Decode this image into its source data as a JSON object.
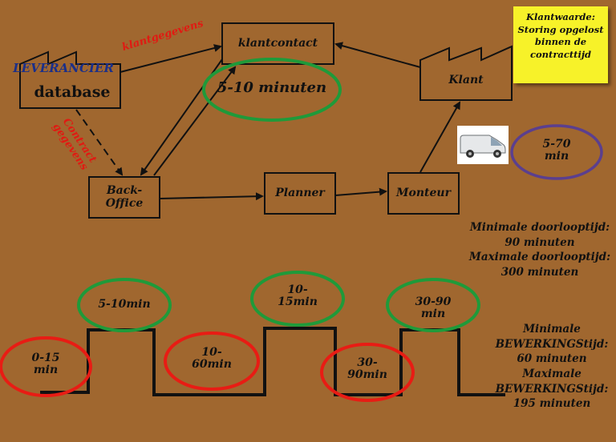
{
  "nodes": {
    "leverancier": "LEVERANCIER",
    "database": "database",
    "klantcontact": "klantcontact",
    "klant": "Klant",
    "backoffice_line1": "Back-",
    "backoffice_line2": "Office",
    "planner": "Planner",
    "monteur": "Monteur"
  },
  "edge_labels": {
    "klantgegevens": "klantgegevens",
    "contract_line1": "Contract",
    "contract_line2": "gegevens"
  },
  "note": {
    "line1": "Klantwaarde:",
    "line2": "Storing opgelost",
    "line3": "binnen de",
    "line4": "contracttijd"
  },
  "durations": {
    "klantcontact": "5-10 minuten",
    "monteur_line1": "5-70",
    "monteur_line2": "min"
  },
  "summary": {
    "min_doorloop_label": "Minimale doorlooptijd:",
    "min_doorloop_value": "90 minuten",
    "max_doorloop_label": "Maximale doorlooptijd:",
    "max_doorloop_value": "300 minuten",
    "min_bewerking_label1": "Minimale",
    "min_bewerking_label2": "BEWERKINGStijd:",
    "min_bewerking_value": "60 minuten",
    "max_bewerking_label1": "Maximale",
    "max_bewerking_label2": "BEWERKINGStijd:",
    "max_bewerking_value": "195 minuten"
  },
  "timeline": {
    "wait1_line1": "0-15",
    "wait1_line2": "min",
    "proc1": "5-10min",
    "wait2_line1": "10-",
    "wait2_line2": "60min",
    "proc2_line1": "10-",
    "proc2_line2": "15min",
    "wait3_line1": "30-",
    "wait3_line2": "90min",
    "proc3_line1": "30-90",
    "proc3_line2": "min"
  },
  "colors": {
    "background": "#a0672f",
    "accent_red": "#e01a12",
    "process_green": "#1f9a3a",
    "wait_red": "#e81c14",
    "monteur_purple": "#5b3f8e",
    "note_yellow": "#f7f229",
    "leverancier_blue": "#1a2f8a"
  }
}
